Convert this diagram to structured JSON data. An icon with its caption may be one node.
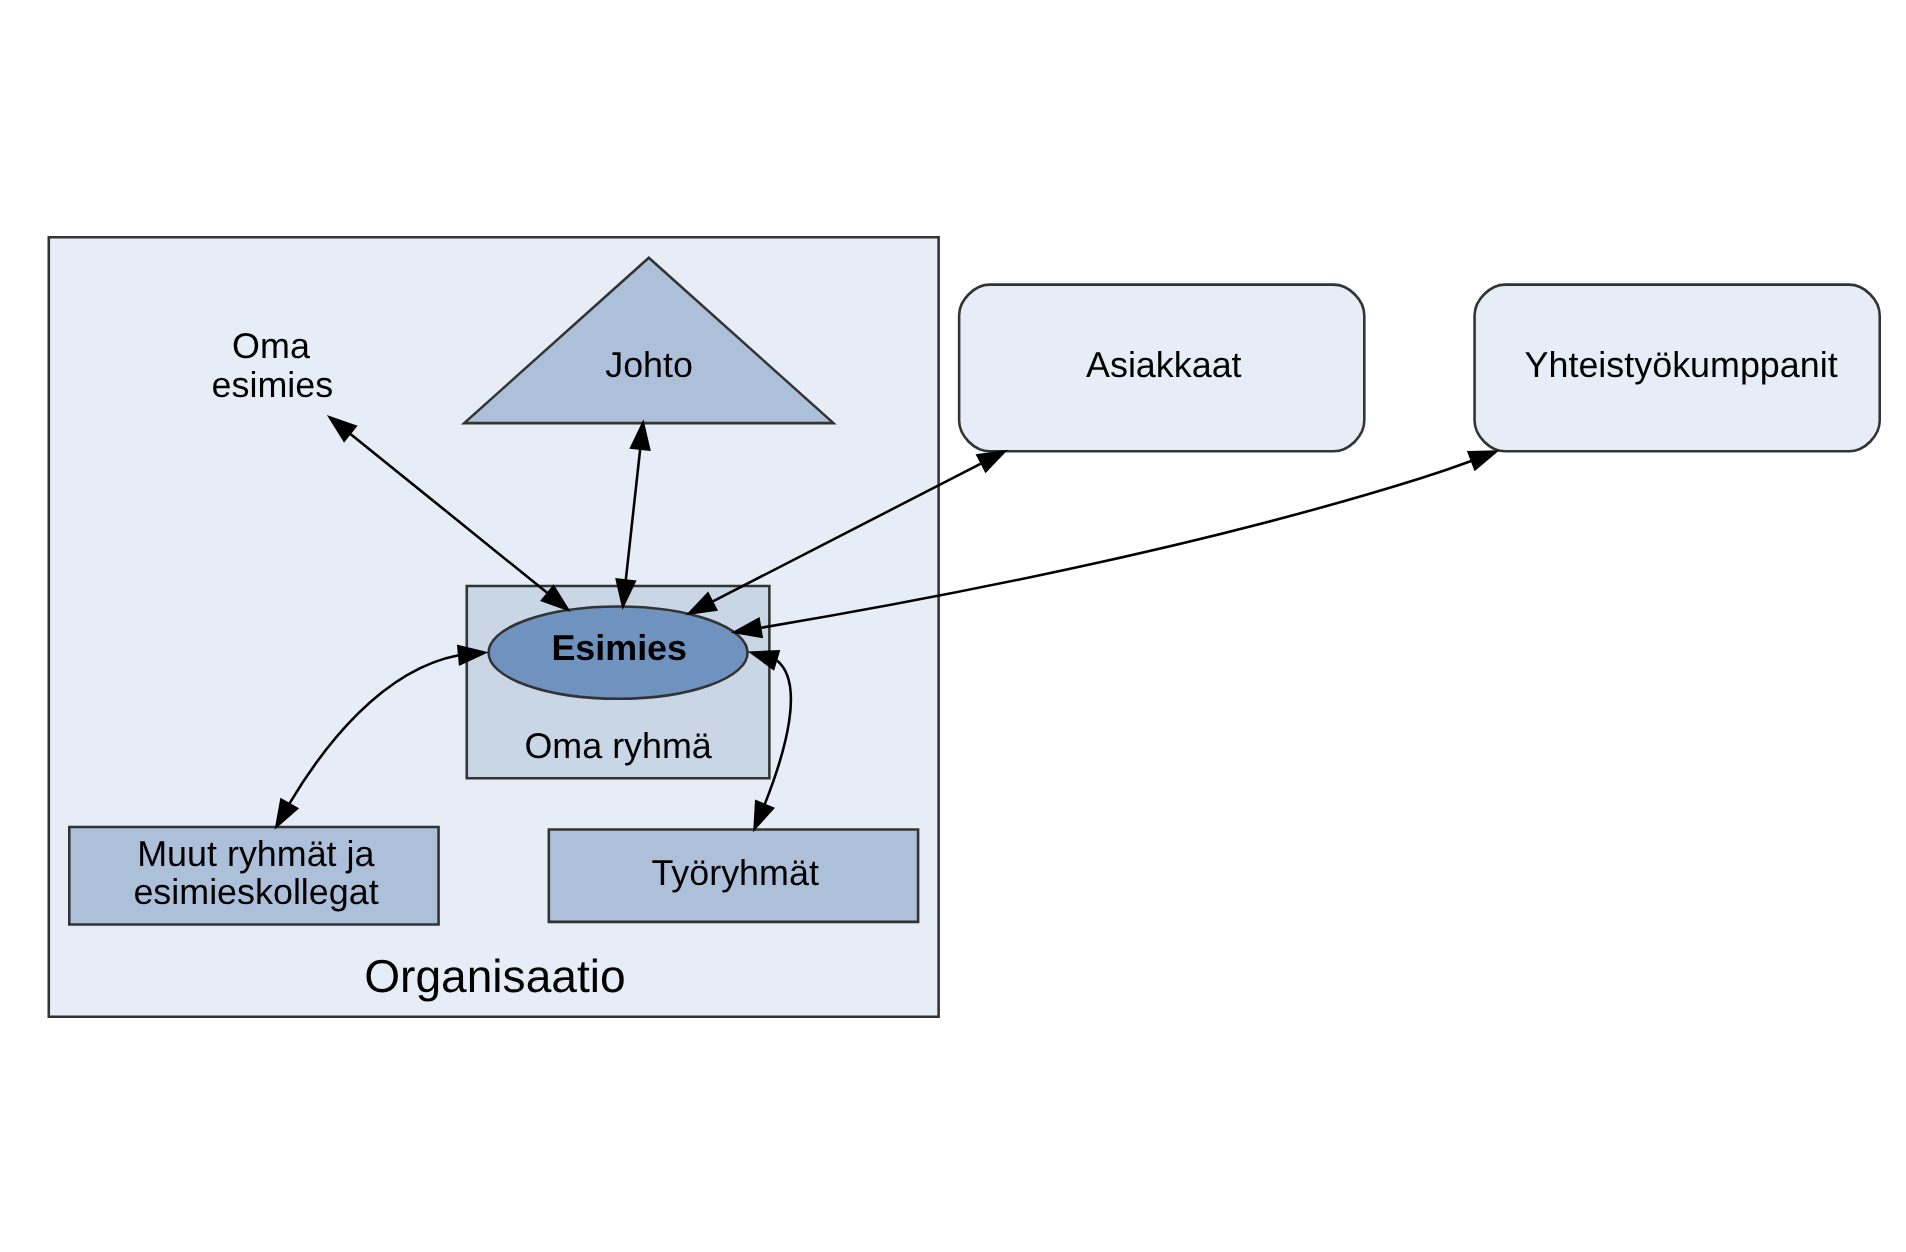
{
  "diagram": {
    "nodes": [
      {
        "text": [
          "Organisaatio"
        ]
      },
      {
        "text": [
          "Asiakkaat"
        ]
      },
      {
        "text": [
          "Yhteistyökumppanit"
        ]
      },
      {
        "text": [
          "Johto"
        ],
        "in": 0
      },
      {
        "text": [
          "Oma esimies"
        ],
        "in": 0
      },
      {
        "text": [
          "Oma ryhmä"
        ],
        "in": 0
      },
      {
        "text": [
          "Esimies"
        ],
        "in": 5
      },
      {
        "text": [
          "Muut ryhmät ja esimieskollegat"
        ],
        "in": 0
      },
      {
        "text": [
          "Työryhmät"
        ],
        "in": 0
      }
    ],
    "edges": [
      {
        "from": 1,
        "to": 6,
        "arrow": "both"
      },
      {
        "from": 2,
        "to": 6,
        "arrow": "both"
      },
      {
        "from": 3,
        "to": 6,
        "arrow": "both"
      },
      {
        "from": 4,
        "to": 6,
        "arrow": "both"
      },
      {
        "from": 6,
        "to": 7,
        "arrow": "both"
      },
      {
        "from": 6,
        "to": 8,
        "arrow": "both"
      }
    ]
  }
}
